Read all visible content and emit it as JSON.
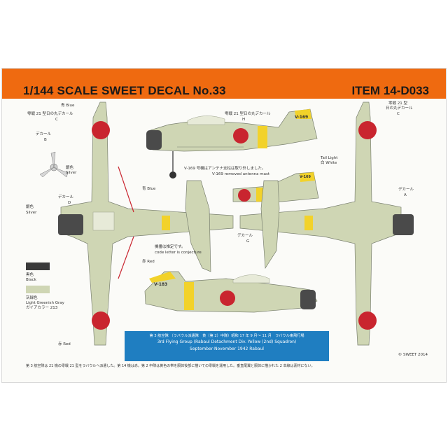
{
  "header": {
    "title": "1/144 SCALE SWEET DECAL No.33",
    "item": "ITEM 14-D033"
  },
  "labels": {
    "blue_top": "青 Blue",
    "decal_b_jp": "デカール",
    "decal_b": "B",
    "silver_jp": "銀色",
    "silver": "Silver",
    "left_hinomaru_jp": "零戦 21 型日の丸デカール",
    "left_hinomaru_c": "C",
    "blue_mid": "青 Blue",
    "decal_d_jp": "デカール",
    "decal_d": "D",
    "silver2_jp": "銀色",
    "silver2": "Silver",
    "side_hinomaru_jp": "零戦 21 型日の丸デカール",
    "side_h": "H",
    "tail_light": "Tail Light",
    "tail_white": "白 White",
    "antenna_jp": "V-169 号機はアンテナ支柱は取り外しました。",
    "antenna_en": "V-169 removed antenna mast",
    "right_hinomaru_jp1": "零戦 21 型",
    "right_hinomaru_jp2": "日の丸デカール",
    "right_c": "C",
    "decal_a_jp": "デカール",
    "decal_a": "A",
    "decal_g_jp": "デカール",
    "decal_g": "G",
    "conjecture_jp": "機番は推定です。",
    "conjecture_en": "code letter is conjecture",
    "red_mid": "赤 Red",
    "red_bottom": "赤 Red",
    "black_jp": "黒色",
    "black": "Black",
    "gray_jp": "灰緑色",
    "gray_en": "Light Greenish Gray",
    "gray_code": "ガイアカラー 213",
    "copyright": "© SWEET 2014"
  },
  "tail_codes": {
    "side_top": "V-169",
    "small_side": "V-169",
    "bottom_side": "V-183"
  },
  "info": {
    "line1": "第 3 航空隊 （ラバウル派遣隊　黄（第 2）中隊）昭和 17 年 9 月～ 11 月　ラバウル東飛行場",
    "line2": "3rd Flying Group (Rabaul Detachment Div. Yellow (2nd) Squadron)",
    "line3": "September-November 1942 Rabaul"
  },
  "footer": {
    "note": "第 3 航空隊は 21 機の零戦 21 型をラバウルへ派遣した。第 14 機は赤。第 2 中隊は黄色の帯を胴体後部に描いての零戦を運用した。垂直尾翼と胴体に描かれた 2 本線は素材にない。"
  },
  "colors": {
    "banner": "#ef6a10",
    "airframe": "#cfd6b4",
    "hinomaru": "#c9252f",
    "yellow_band": "#f2d22a",
    "engine": "#4a4a4a",
    "info_box": "#1f7ec1",
    "black_swatch": "#3a3a3a",
    "gray_swatch": "#cfd6b4"
  }
}
